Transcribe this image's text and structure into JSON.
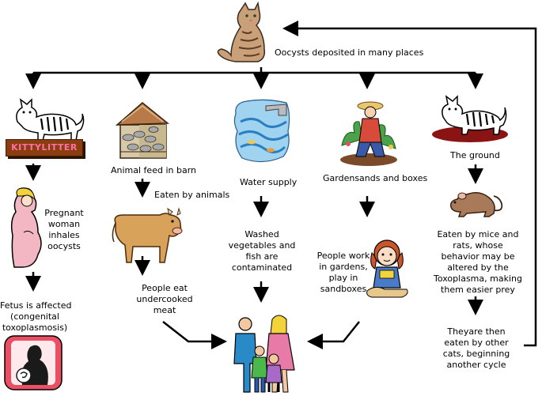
{
  "top_label": "Oocysts deposited in many places",
  "kittylitter": "KITTYLITTER",
  "col1": {
    "pregnant": [
      "Pregnant",
      "woman",
      "inhales",
      "oocysts"
    ],
    "fetus": [
      "Fetus is affected",
      "(congenital",
      "toxoplasmosis)"
    ]
  },
  "col2": {
    "feed": "Animal feed in barn",
    "eaten": "Eaten by animals",
    "people": [
      "People eat",
      "undercooked",
      "meat"
    ]
  },
  "col3": {
    "water": "Water supply",
    "washed": [
      "Washed",
      "vegetables and",
      "fish are",
      "contaminated"
    ]
  },
  "col4": {
    "garden": "Gardensands and boxes",
    "work": [
      "People work",
      "in gardens,",
      "play in",
      "sandboxes"
    ]
  },
  "col5": {
    "ground": "The ground",
    "mice": [
      "Eaten by mice and",
      "rats, whose",
      "behavior may be",
      "altered by the",
      "Toxoplasma, making",
      "them easier prey"
    ],
    "cats": [
      "Theyare then",
      "eaten by other",
      "cats, beginning",
      "another cycle"
    ]
  }
}
